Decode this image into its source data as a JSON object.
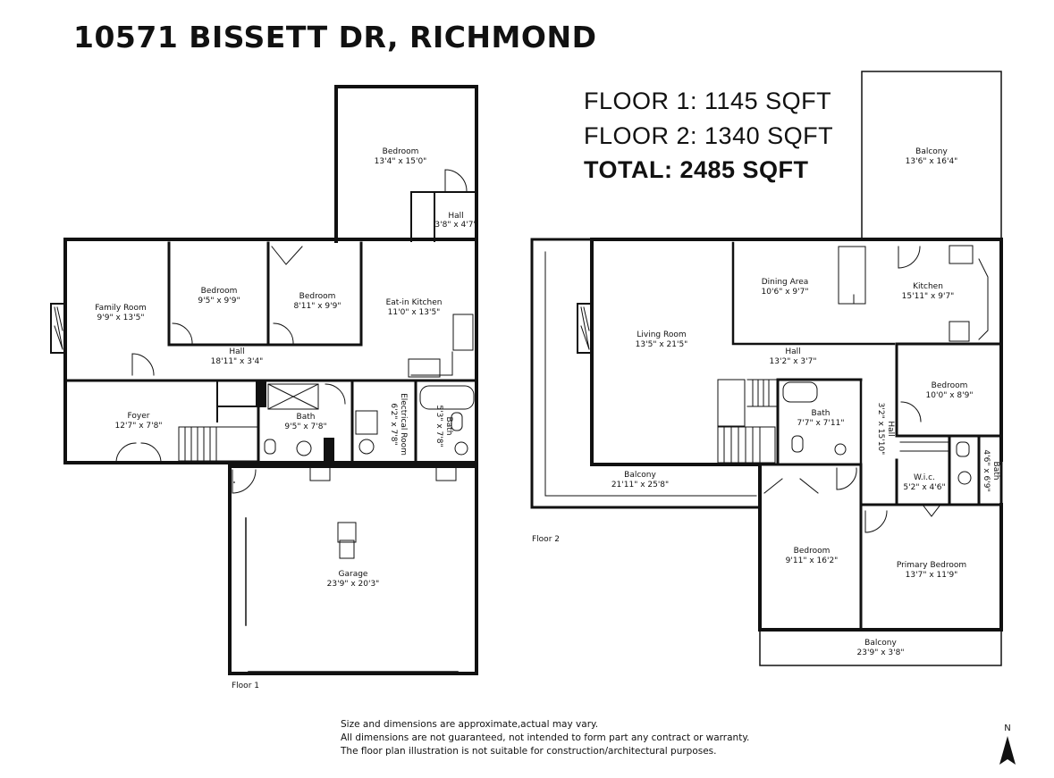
{
  "header": {
    "address": "10571 BISSETT DR, RICHMOND"
  },
  "summary": {
    "floor1": "FLOOR 1: 1145 SQFT",
    "floor2": "FLOOR 2: 1340 SQFT",
    "total": "TOTAL: 2485 SQFT"
  },
  "floor1": {
    "label": "Floor 1",
    "rooms": [
      {
        "name": "Bedroom",
        "dim": "13'4\" x 15'0\""
      },
      {
        "name": "Hall",
        "dim": "3'8\" x 4'7\""
      },
      {
        "name": "Family Room",
        "dim": "9'9\" x 13'5\""
      },
      {
        "name": "Bedroom",
        "dim": "9'5\" x 9'9\""
      },
      {
        "name": "Bedroom",
        "dim": "8'11\" x 9'9\""
      },
      {
        "name": "Eat-in Kitchen",
        "dim": "11'0\" x 13'5\""
      },
      {
        "name": "Hall",
        "dim": "18'11\" x 3'4\""
      },
      {
        "name": "Foyer",
        "dim": "12'7\" x 7'8\""
      },
      {
        "name": "Bath",
        "dim": "9'5\" x 7'8\""
      },
      {
        "name": "Electrical Room",
        "dim": "6'2\" x 7'8\""
      },
      {
        "name": "Bath",
        "dim": "5'3\" x 7'8\""
      },
      {
        "name": "Garage",
        "dim": "23'9\" x 20'3\""
      }
    ]
  },
  "floor2": {
    "label": "Floor 2",
    "rooms": [
      {
        "name": "Balcony",
        "dim": "13'6\" x 16'4\""
      },
      {
        "name": "Dining Area",
        "dim": "10'6\" x 9'7\""
      },
      {
        "name": "Kitchen",
        "dim": "15'11\" x 9'7\""
      },
      {
        "name": "Living Room",
        "dim": "13'5\" x 21'5\""
      },
      {
        "name": "Hall",
        "dim": "13'2\" x 3'7\""
      },
      {
        "name": "Bedroom",
        "dim": "10'0\" x 8'9\""
      },
      {
        "name": "Bath",
        "dim": "7'7\" x 7'11\""
      },
      {
        "name": "Hall",
        "dim": "3'2\" x 15'10\""
      },
      {
        "name": "W.i.c.",
        "dim": "5'2\" x 4'6\""
      },
      {
        "name": "Bath",
        "dim": "4'6\" x 6'9\""
      },
      {
        "name": "Balcony",
        "dim": "21'11\" x 25'8\""
      },
      {
        "name": "Bedroom",
        "dim": "9'11\" x 16'2\""
      },
      {
        "name": "Primary Bedroom",
        "dim": "13'7\" x 11'9\""
      },
      {
        "name": "Balcony",
        "dim": "23'9\" x 3'8\""
      }
    ]
  },
  "disclaimer": [
    "Size and dimensions are approximate,actual may vary.",
    "All dimensions are not guaranteed, not intended to form part any contract or warranty.",
    "The floor plan illustration is not suitable for construction/architectural purposes."
  ],
  "compass": {
    "label": "N"
  }
}
